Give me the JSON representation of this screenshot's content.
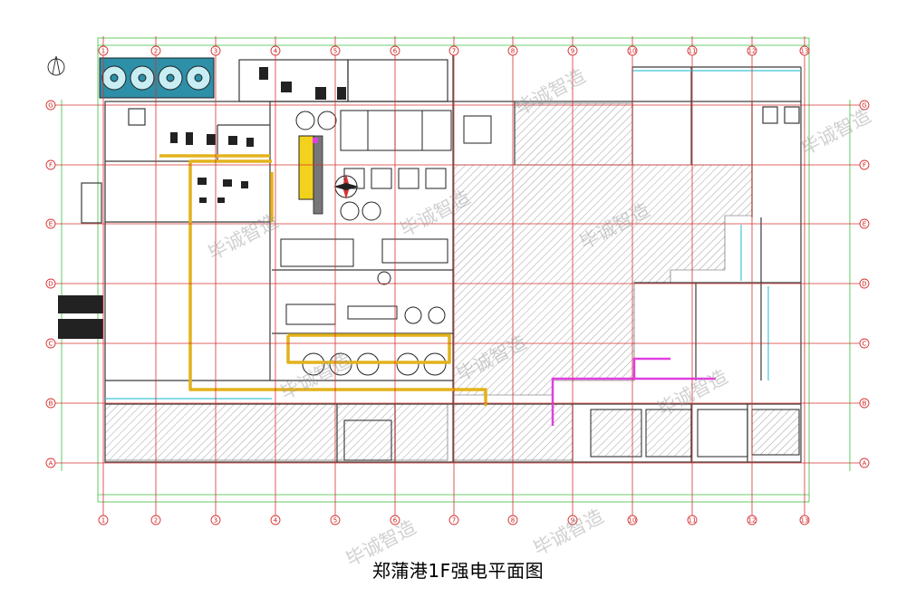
{
  "caption": "郑蒲港1F强电平面图",
  "watermark": "毕诚智造",
  "colors": {
    "grid": "#d63232",
    "wall": "#3a3a3a",
    "cable_tray": "#e3b21c",
    "cable_pink": "#e040e0",
    "hatch": "#8a8a8a",
    "dim_green": "#3cbf3c",
    "cyan": "#3fc8d8"
  },
  "grid": {
    "columns": [
      "1",
      "2",
      "3",
      "4",
      "5",
      "6",
      "7",
      "8",
      "9",
      "10",
      "11",
      "12",
      "13"
    ],
    "rows": [
      "G",
      "F",
      "E",
      "D",
      "C",
      "B",
      "A"
    ]
  },
  "icons": [
    "north-arrow-icon",
    "cooling-tower-icon",
    "fan-unit-icon",
    "compass-rose-icon"
  ]
}
